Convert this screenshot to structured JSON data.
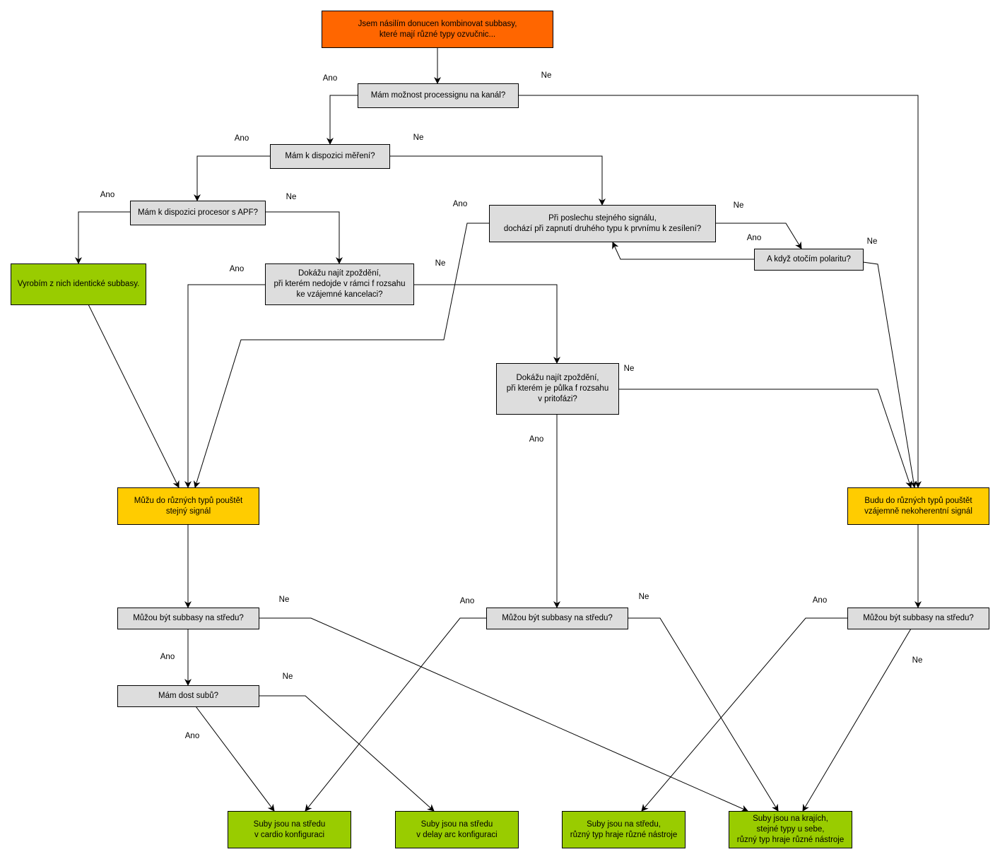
{
  "colors": {
    "start": "#FF6600",
    "decision": "#DDDDDD",
    "result": "#99CC00",
    "intermediate": "#FFCC00"
  },
  "nodes": {
    "start": "Jsem násilím donucen kombinovat subbasy,\nkteré mají různé typy ozvučnic...",
    "q_processing": "Mám možnost processignu na kanál?",
    "q_mereni": "Mám k dispozici měření?",
    "q_apf": "Mám k dispozici procesor s APF?",
    "r_identicke": "Vyrobím z nich identické subbasy.",
    "q_kancelace": "Dokážu najít zpoždění,\npři kterém nedojde v rámci f rozsahu\nke vzájemné kancelaci?",
    "q_zesileni": "Při poslechu stejného signálu,\ndochází při zapnutí druhého typu k prvnímu k zesílení?",
    "q_polarita": "A když otočím polaritu?",
    "q_pulka": "Dokážu najít zpoždění,\npři kterém je půlka f rozsahu\nv pritofázi?",
    "m_stejny": "Můžu do různých typů pouštět\nstejný signál",
    "m_nekoherentni": "Budu do různých typů pouštět\nvzájemně nekoherentní signál",
    "q_stred_1": "Můžou být subbasy na středu?",
    "q_stred_2": "Můžou být subbasy na středu?",
    "q_stred_3": "Můžou být subbasy na středu?",
    "q_dost": "Mám dost subů?",
    "r_cardio": "Suby jsou na středu\nv cardio konfiguraci",
    "r_delay_arc": "Suby jsou na středu\nv delay arc konfiguraci",
    "r_stred_ruzny": "Suby jsou na středu,\nrůzný typ hraje různé nástroje",
    "r_kraje": "Suby jsou na krajích,\nstejné typy u sebe,\nrůzný typ hraje různé nástroje"
  },
  "edge_labels": [
    "Ano",
    "Ne",
    "Ano",
    "Ne",
    "Ano",
    "Ne",
    "Ano",
    "Ne",
    "Ano",
    "Ne",
    "Ano",
    "Ne",
    "Ne",
    "Ano",
    "Ne",
    "Ano",
    "Ne",
    "Ano",
    "Ano",
    "Ne",
    "Ne",
    "Ano"
  ]
}
